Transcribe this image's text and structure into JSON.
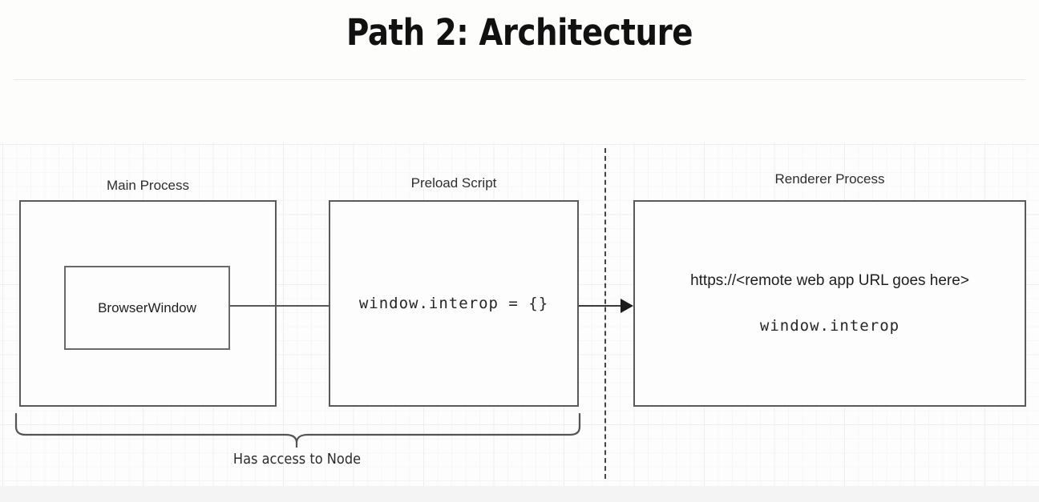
{
  "slide": {
    "title": "Path 2: Architecture"
  },
  "diagram": {
    "type": "architecture-block-diagram",
    "colors": {
      "background": "#fdfdfc",
      "grid_minor": "#f6f6f6",
      "grid_major": "#eeeeee",
      "box_border": "#595959",
      "text": "#1e1e1e",
      "divider": "#444444"
    },
    "columns": [
      {
        "id": "main-process",
        "label": "Main Process",
        "children": [
          {
            "id": "browserwindow",
            "label": "BrowserWindow",
            "style": "sans"
          }
        ]
      },
      {
        "id": "preload-script",
        "label": "Preload Script",
        "code": "window.interop = {}"
      },
      {
        "id": "renderer-process",
        "label": "Renderer Process",
        "url": "https://<remote web app URL goes here>",
        "code": "window.interop"
      }
    ],
    "connectors": [
      {
        "id": "browserwindow-to-preload",
        "kind": "line",
        "from": "browserwindow",
        "to": "preload-script"
      },
      {
        "id": "preload-to-renderer",
        "kind": "arrow",
        "from": "preload-script",
        "to": "renderer-process"
      }
    ],
    "divider": {
      "id": "process-boundary",
      "style": "dashed",
      "orientation": "vertical"
    },
    "brace": {
      "id": "node-access-brace",
      "caption": "Has access to Node",
      "spans": [
        "main-process",
        "preload-script"
      ]
    }
  }
}
